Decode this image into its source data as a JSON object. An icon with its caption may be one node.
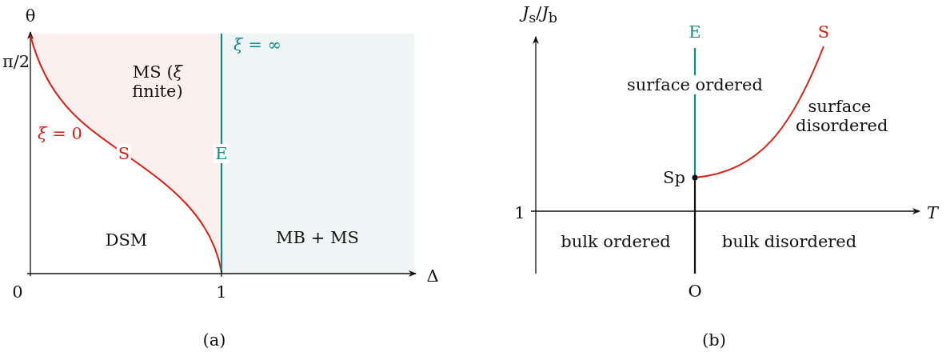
{
  "diagram": {
    "labels": [
      "θ",
      "π/2",
      "*ξ* = ∞",
      "MS (*ξ* finite)",
      "*ξ* = 0",
      "S",
      "E",
      "DSM",
      "MB + MS",
      "0",
      "1",
      "Δ",
      "(a)",
      "*J*$_{s}$/*J*$_{b}$",
      "E",
      "S",
      "surface ordered",
      "surface disordered",
      "Sp",
      "1",
      "*T*",
      "bulk ordered",
      "bulk disordered",
      "O",
      "(b)"
    ]
  }
}
